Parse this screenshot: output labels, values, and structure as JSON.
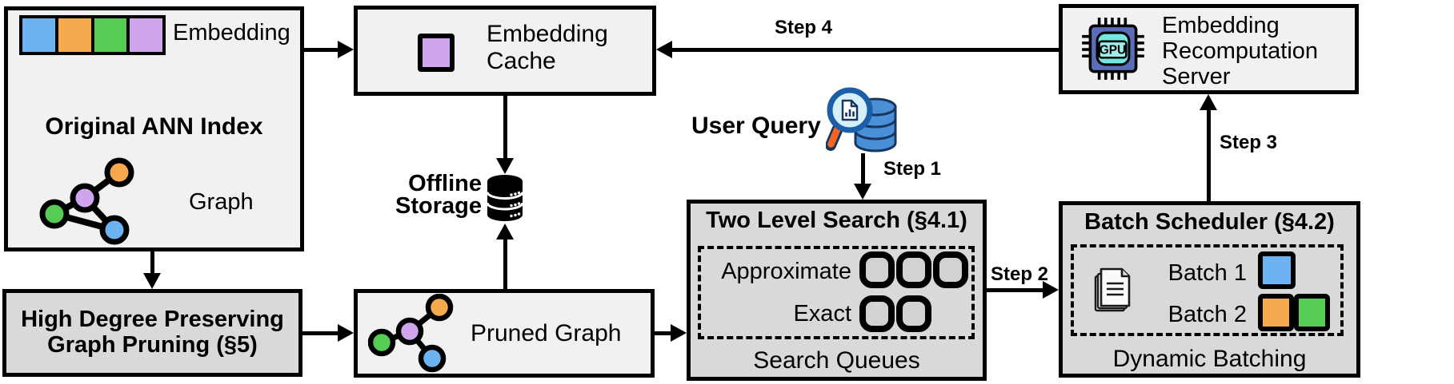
{
  "figure": {
    "ann_index": {
      "embedding_label": "Embedding",
      "title": "Original ANN Index",
      "graph_label": "Graph"
    },
    "embedding_cache": {
      "line1": "Embedding",
      "line2": "Cache"
    },
    "offline_storage": {
      "line1": "Offline",
      "line2": "Storage"
    },
    "recomputation_server": {
      "line1": "Embedding",
      "line2": "Recomputation",
      "line3": "Server"
    },
    "user_query": {
      "label": "User Query"
    },
    "two_level_search": {
      "title": "Two Level Search (§4.1)",
      "approximate_label": "Approximate",
      "exact_label": "Exact",
      "caption": "Search Queues"
    },
    "batch_scheduler": {
      "title": "Batch Scheduler (§4.2)",
      "batch1_label": "Batch 1",
      "batch2_label": "Batch 2",
      "caption": "Dynamic Batching"
    },
    "graph_pruning": {
      "line1": "High Degree Preserving",
      "line2": "Graph Pruning (§5)"
    },
    "pruned_graph": {
      "label": "Pruned Graph"
    },
    "steps": {
      "step1": "Step 1",
      "step2": "Step 2",
      "step3": "Step 3",
      "step4": "Step 4"
    },
    "gpu_icon_label": "GPU",
    "colors": {
      "embedding_blue": "#6db3f2",
      "embedding_orange": "#f7a94e",
      "embedding_green": "#55cd55",
      "embedding_purple": "#cfa5ee",
      "box_light": "#f1f1f1",
      "box_shaded": "#d9d9d9",
      "queue_square_fill": "#d2d2d2",
      "gpu_body": "#5b6cb8",
      "gpu_core": "#72e8de",
      "query_db_blue": "#4a90d9",
      "magnifier_handle_orange": "#f26522"
    }
  }
}
